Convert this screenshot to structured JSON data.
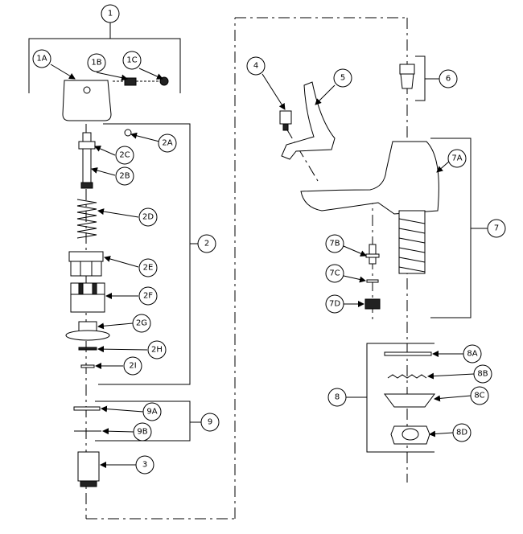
{
  "labels": {
    "p1": "1",
    "p1A": "1A",
    "p1B": "1B",
    "p1C": "1C",
    "p2": "2",
    "p2A": "2A",
    "p2B": "2B",
    "p2C": "2C",
    "p2D": "2D",
    "p2E": "2E",
    "p2F": "2F",
    "p2G": "2G",
    "p2H": "2H",
    "p2I": "2I",
    "p3": "3",
    "p4": "4",
    "p5": "5",
    "p6": "6",
    "p7": "7",
    "p7A": "7A",
    "p7B": "7B",
    "p7C": "7C",
    "p7D": "7D",
    "p8": "8",
    "p8A": "8A",
    "p8B": "8B",
    "p8C": "8C",
    "p8D": "8D",
    "p9": "9",
    "p9A": "9A",
    "p9B": "9B"
  }
}
